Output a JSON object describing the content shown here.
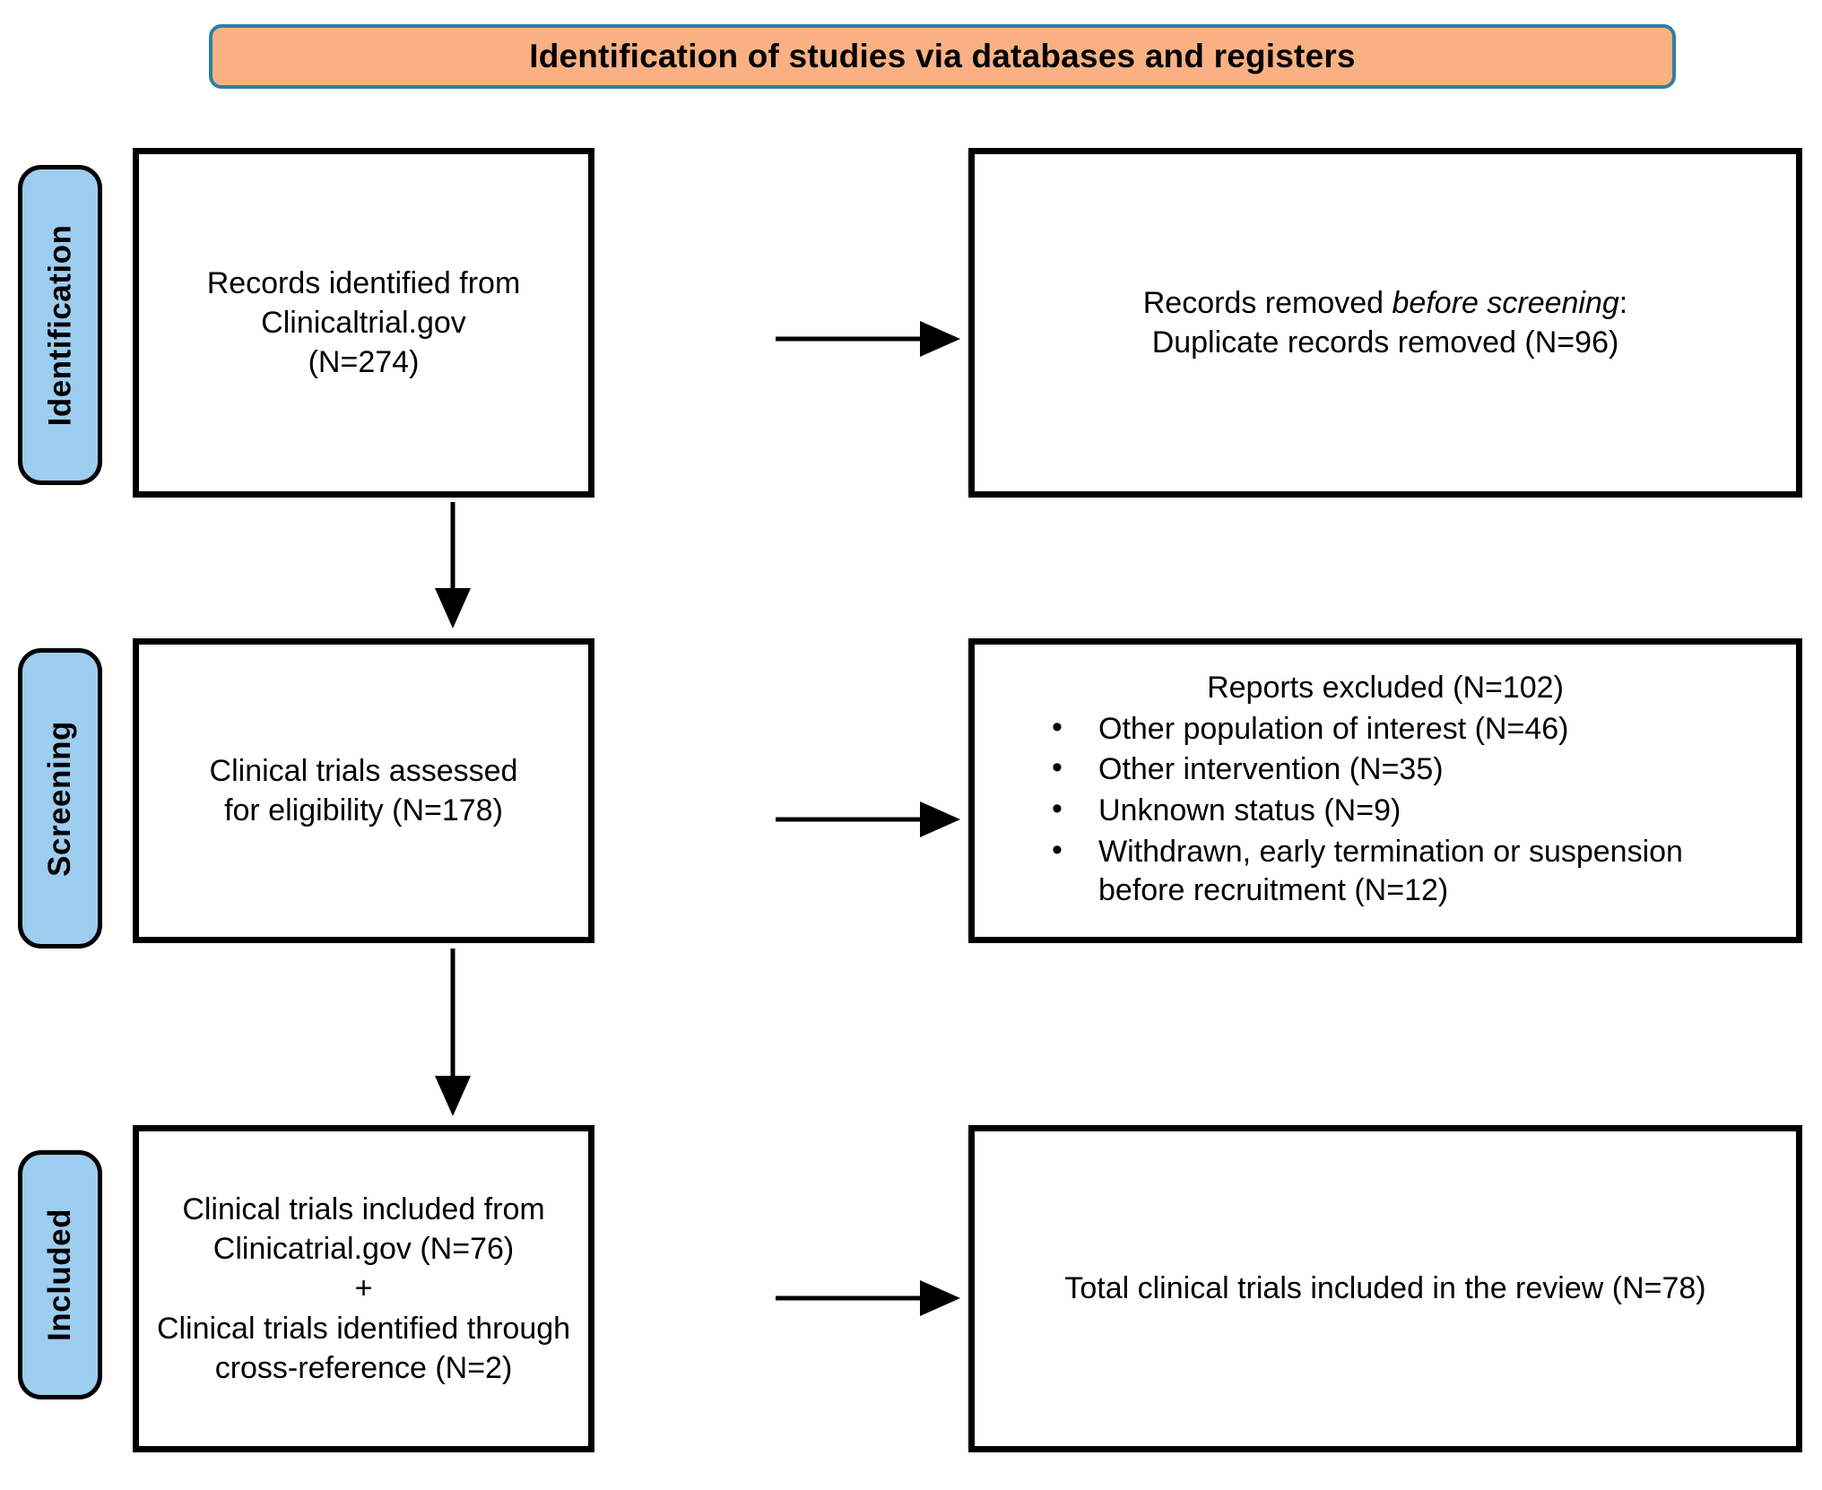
{
  "banner": {
    "title": "Identification of studies via databases and registers",
    "fill_color": "#F9B184",
    "border_color": "#2E7FA3"
  },
  "stages": {
    "fill_color": "#9DCDEF",
    "border_color": "#000000",
    "identification": "Identification",
    "screening": "Screening",
    "included": "Included"
  },
  "boxes": {
    "identified": {
      "line1": "Records identified from",
      "line2": "Clinicaltrial.gov",
      "line3": "(N=274)"
    },
    "removed": {
      "line1_prefix": "Records removed ",
      "line1_italic": "before screening",
      "line1_suffix": ":",
      "line2": "Duplicate records removed (N=96)"
    },
    "assessed": {
      "line1": "Clinical trials assessed",
      "line2": "for eligibility (N=178)"
    },
    "excluded": {
      "title": "Reports excluded (N=102)",
      "items": [
        "Other population of interest (N=46)",
        "Other intervention (N=35)",
        "Unknown status (N=9)",
        "Withdrawn, early termination or suspension before recruitment (N=12)"
      ]
    },
    "included": {
      "line1": "Clinical trials included from",
      "line2": "Clinicatrial.gov (N=76)",
      "line3": "+",
      "line4": "Clinical trials identified through",
      "line5": "cross-reference (N=2)"
    },
    "total": {
      "line1": "Total clinical trials included in the review (N=78)"
    }
  },
  "chart_data": {
    "type": "diagram",
    "title": "Identification of studies via databases and registers",
    "nodes": [
      {
        "id": "identified",
        "stage": "Identification",
        "label": "Records identified from Clinicaltrial.gov",
        "n": 274
      },
      {
        "id": "removed",
        "stage": "Identification",
        "label": "Records removed before screening: Duplicate records removed",
        "n": 96
      },
      {
        "id": "assessed",
        "stage": "Screening",
        "label": "Clinical trials assessed for eligibility",
        "n": 178
      },
      {
        "id": "excluded",
        "stage": "Screening",
        "label": "Reports excluded",
        "n": 102
      },
      {
        "id": "included",
        "stage": "Included",
        "label": "Clinical trials included from Clinicatrial.gov (76) + identified through cross-reference (2)",
        "n": 78
      },
      {
        "id": "total",
        "stage": "Included",
        "label": "Total clinical trials included in the review",
        "n": 78
      }
    ],
    "exclusion_breakdown": [
      {
        "reason": "Other population of interest",
        "n": 46
      },
      {
        "reason": "Other intervention",
        "n": 35
      },
      {
        "reason": "Unknown status",
        "n": 9
      },
      {
        "reason": "Withdrawn, early termination or suspension before recruitment",
        "n": 12
      }
    ],
    "edges": [
      {
        "from": "identified",
        "to": "removed",
        "direction": "right"
      },
      {
        "from": "identified",
        "to": "assessed",
        "direction": "down"
      },
      {
        "from": "assessed",
        "to": "excluded",
        "direction": "right"
      },
      {
        "from": "assessed",
        "to": "included",
        "direction": "down"
      },
      {
        "from": "included",
        "to": "total",
        "direction": "right"
      }
    ]
  }
}
